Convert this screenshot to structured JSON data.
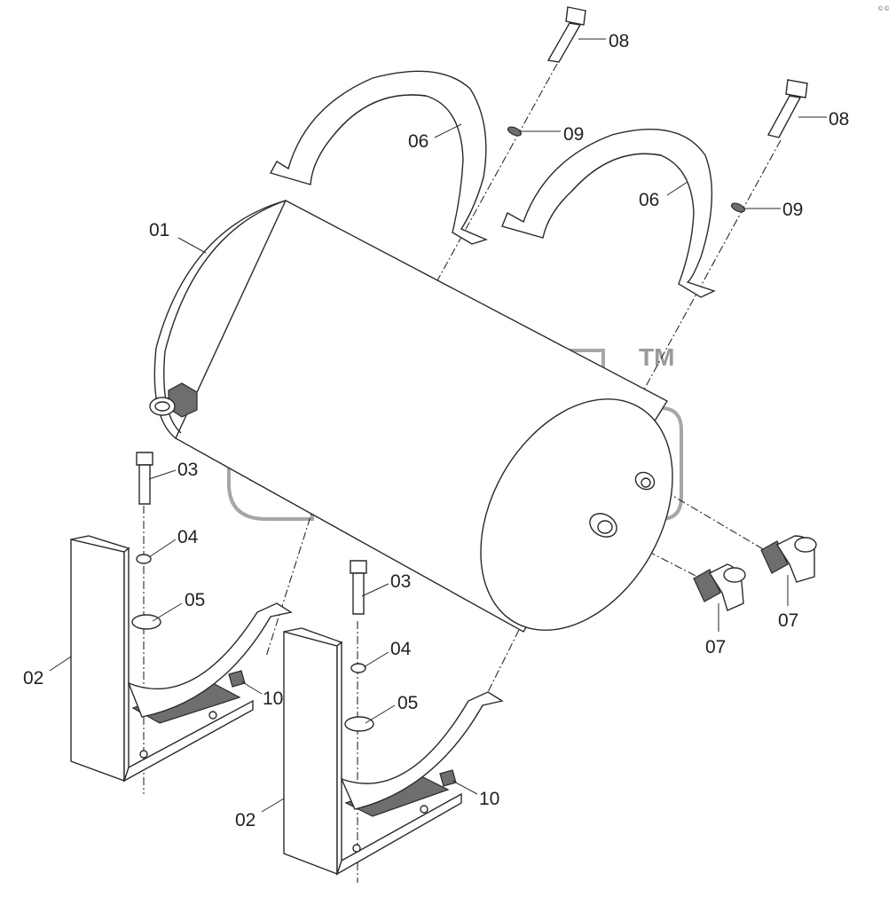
{
  "diagram": {
    "watermark_mark": "TM",
    "corner_mark": "© ©",
    "callouts": {
      "tank": "01",
      "bracket_left": "02",
      "bracket_right": "02",
      "bolt_left": "03",
      "bolt_right": "03",
      "washer_small_left": "04",
      "washer_small_right": "04",
      "washer_large_left": "05",
      "washer_large_right": "05",
      "strap_left": "06",
      "strap_right": "06",
      "elbow_lower": "07",
      "elbow_upper": "07",
      "strap_bolt_left": "08",
      "strap_bolt_right": "08",
      "strap_washer_left": "09",
      "strap_washer_right": "09",
      "spacer_left": "10",
      "spacer_right": "10"
    }
  }
}
